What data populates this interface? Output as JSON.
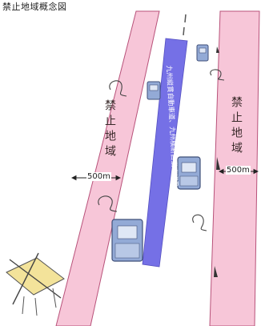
{
  "title": "禁止地域概念図",
  "zones": {
    "left_label": "禁止地域",
    "right_label": "禁止地域"
  },
  "distances": {
    "left": "500m",
    "right": "500m"
  },
  "highway": {
    "label": "九州縦貫自動車道、九州横断自動車道及び東九州自動車道"
  },
  "colors": {
    "zone_pink": "#f7c6d8",
    "zone_edge": "#b8527a",
    "highway_blue": "#7570e6",
    "vehicle_blue": "#93aad6"
  }
}
